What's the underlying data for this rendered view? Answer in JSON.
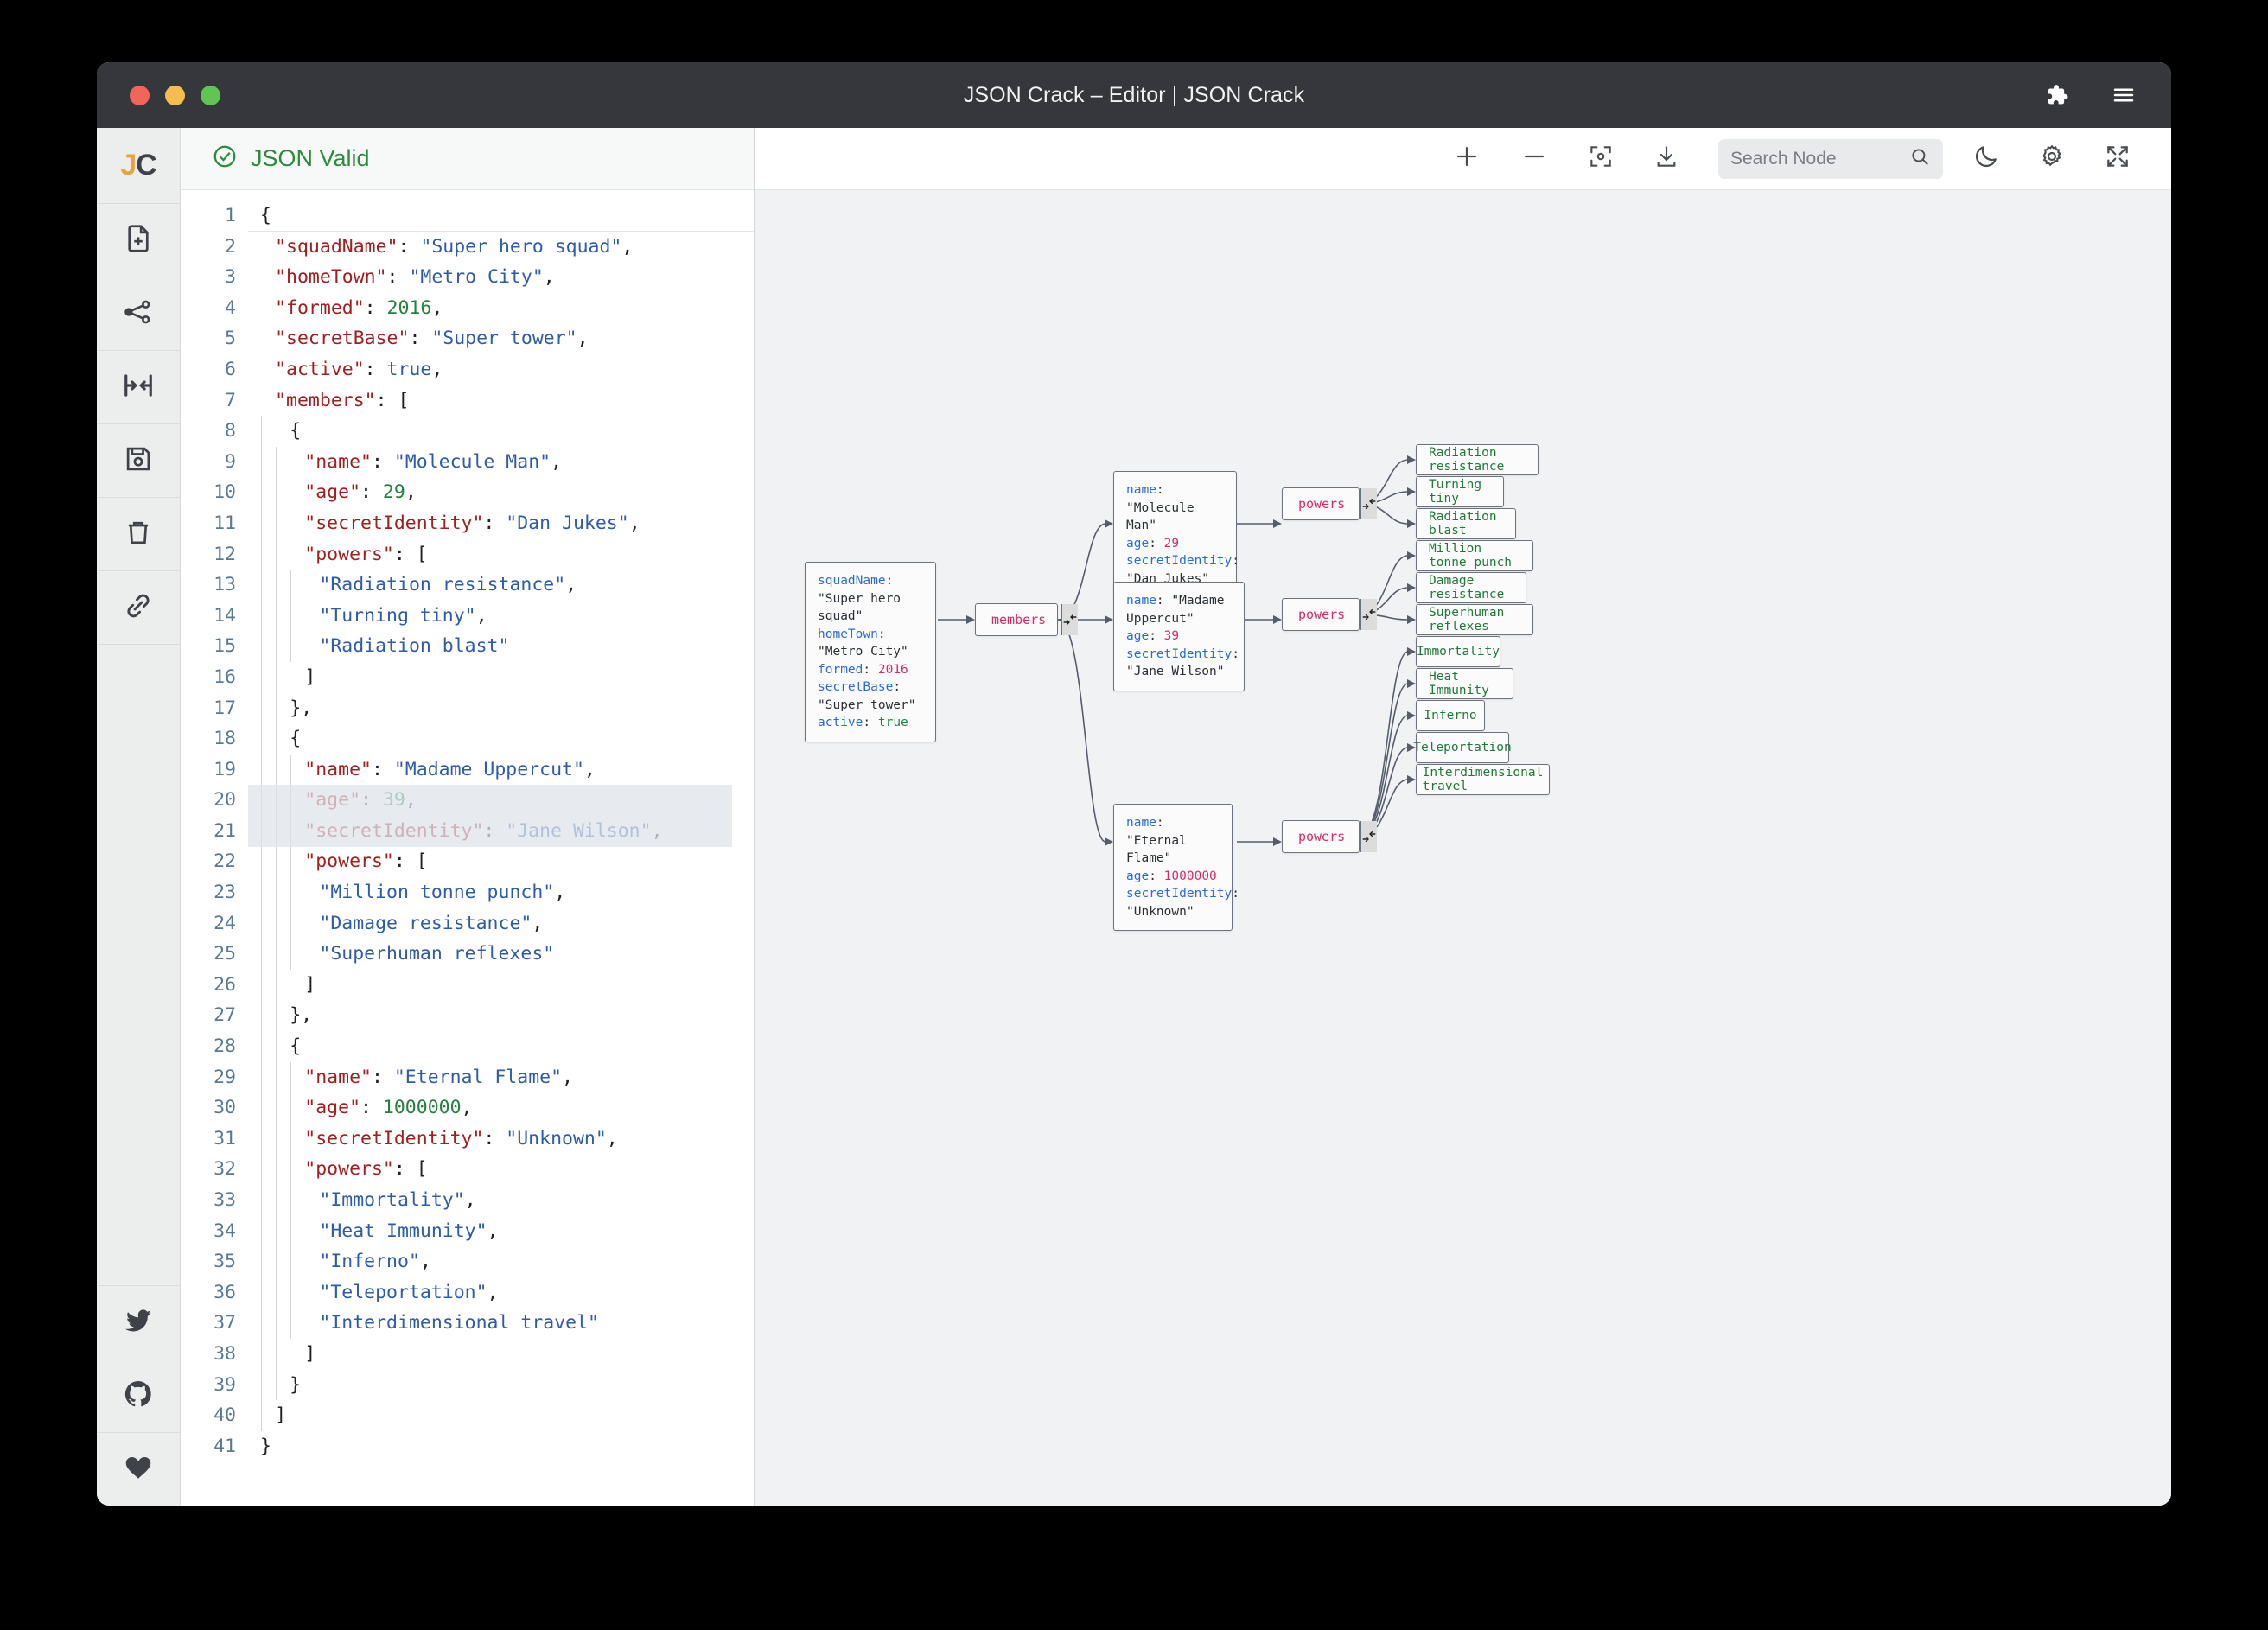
{
  "window": {
    "title": "JSON Crack – Editor | JSON Crack",
    "traffic_colors": {
      "close": "#f2655b",
      "minimize": "#f5bd4f",
      "maximize": "#61c454"
    },
    "right_icons": [
      {
        "name": "puzzle-extension-icon",
        "label": "Extensions"
      },
      {
        "name": "hamburger-menu-icon",
        "label": "Menu"
      }
    ]
  },
  "sidebar": {
    "logo": {
      "first": "J",
      "second": "C"
    },
    "items": [
      {
        "name": "new-document-icon",
        "label": "New document"
      },
      {
        "name": "share-graph-icon",
        "label": "Share"
      },
      {
        "name": "collapse-arrows-icon",
        "label": "Collapse"
      },
      {
        "name": "save-icon",
        "label": "Save"
      },
      {
        "name": "trash-icon",
        "label": "Delete"
      },
      {
        "name": "link-icon",
        "label": "Copy link"
      }
    ],
    "bottom_items": [
      {
        "name": "twitter-icon",
        "label": "Twitter"
      },
      {
        "name": "github-icon",
        "label": "GitHub"
      },
      {
        "name": "heart-icon",
        "label": "Sponsor"
      }
    ]
  },
  "editor": {
    "status": {
      "icon": "check-circle-icon",
      "text": "JSON Valid",
      "color": "#2e8b3d"
    },
    "line_count": 41,
    "lines": [
      {
        "n": 1,
        "indent": 0,
        "html": "<span class='tok-punc'>{</span>"
      },
      {
        "n": 2,
        "indent": 1,
        "html": "<span class='tok-key'>\"squadName\"</span><span class='tok-punc'>: </span><span class='tok-str'>\"Super hero squad\"</span><span class='tok-punc'>,</span>"
      },
      {
        "n": 3,
        "indent": 1,
        "html": "<span class='tok-key'>\"homeTown\"</span><span class='tok-punc'>: </span><span class='tok-str'>\"Metro City\"</span><span class='tok-punc'>,</span>"
      },
      {
        "n": 4,
        "indent": 1,
        "html": "<span class='tok-key'>\"formed\"</span><span class='tok-punc'>: </span><span class='tok-num'>2016</span><span class='tok-punc'>,</span>"
      },
      {
        "n": 5,
        "indent": 1,
        "html": "<span class='tok-key'>\"secretBase\"</span><span class='tok-punc'>: </span><span class='tok-str'>\"Super tower\"</span><span class='tok-punc'>,</span>"
      },
      {
        "n": 6,
        "indent": 1,
        "html": "<span class='tok-key'>\"active\"</span><span class='tok-punc'>: </span><span class='tok-bool'>true</span><span class='tok-punc'>,</span>"
      },
      {
        "n": 7,
        "indent": 1,
        "html": "<span class='tok-key'>\"members\"</span><span class='tok-punc'>: [</span>"
      },
      {
        "n": 8,
        "indent": 2,
        "html": "<span class='tok-punc'>{</span>"
      },
      {
        "n": 9,
        "indent": 3,
        "html": "<span class='tok-key'>\"name\"</span><span class='tok-punc'>: </span><span class='tok-str'>\"Molecule Man\"</span><span class='tok-punc'>,</span>"
      },
      {
        "n": 10,
        "indent": 3,
        "html": "<span class='tok-key'>\"age\"</span><span class='tok-punc'>: </span><span class='tok-num'>29</span><span class='tok-punc'>,</span>"
      },
      {
        "n": 11,
        "indent": 3,
        "html": "<span class='tok-key'>\"secretIdentity\"</span><span class='tok-punc'>: </span><span class='tok-str'>\"Dan Jukes\"</span><span class='tok-punc'>,</span>"
      },
      {
        "n": 12,
        "indent": 3,
        "html": "<span class='tok-key'>\"powers\"</span><span class='tok-punc'>: [</span>"
      },
      {
        "n": 13,
        "indent": 4,
        "html": "<span class='tok-str'>\"Radiation resistance\"</span><span class='tok-punc'>,</span>"
      },
      {
        "n": 14,
        "indent": 4,
        "html": "<span class='tok-str'>\"Turning tiny\"</span><span class='tok-punc'>,</span>"
      },
      {
        "n": 15,
        "indent": 4,
        "html": "<span class='tok-str'>\"Radiation blast\"</span>"
      },
      {
        "n": 16,
        "indent": 3,
        "html": "<span class='tok-punc'>]</span>"
      },
      {
        "n": 17,
        "indent": 2,
        "html": "<span class='tok-punc'>},</span>"
      },
      {
        "n": 18,
        "indent": 2,
        "html": "<span class='tok-punc'>{</span>"
      },
      {
        "n": 19,
        "indent": 3,
        "html": "<span class='tok-key'>\"name\"</span><span class='tok-punc'>: </span><span class='tok-str'>\"Madame Uppercut\"</span><span class='tok-punc'>,</span>"
      },
      {
        "n": 20,
        "indent": 3,
        "html": "<span class='tok-key'>\"age\"</span><span class='tok-punc'>: </span><span class='tok-num'>39</span><span class='tok-punc'>,</span>"
      },
      {
        "n": 21,
        "indent": 3,
        "html": "<span class='tok-key'>\"secretIdentity\"</span><span class='tok-punc'>: </span><span class='tok-str'>\"Jane Wilson\"</span><span class='tok-punc'>,</span>"
      },
      {
        "n": 22,
        "indent": 3,
        "html": "<span class='tok-key'>\"powers\"</span><span class='tok-punc'>: [</span>"
      },
      {
        "n": 23,
        "indent": 4,
        "html": "<span class='tok-str'>\"Million tonne punch\"</span><span class='tok-punc'>,</span>"
      },
      {
        "n": 24,
        "indent": 4,
        "html": "<span class='tok-str'>\"Damage resistance\"</span><span class='tok-punc'>,</span>"
      },
      {
        "n": 25,
        "indent": 4,
        "html": "<span class='tok-str'>\"Superhuman reflexes\"</span>"
      },
      {
        "n": 26,
        "indent": 3,
        "html": "<span class='tok-punc'>]</span>"
      },
      {
        "n": 27,
        "indent": 2,
        "html": "<span class='tok-punc'>},</span>"
      },
      {
        "n": 28,
        "indent": 2,
        "html": "<span class='tok-punc'>{</span>"
      },
      {
        "n": 29,
        "indent": 3,
        "html": "<span class='tok-key'>\"name\"</span><span class='tok-punc'>: </span><span class='tok-str'>\"Eternal Flame\"</span><span class='tok-punc'>,</span>"
      },
      {
        "n": 30,
        "indent": 3,
        "html": "<span class='tok-key'>\"age\"</span><span class='tok-punc'>: </span><span class='tok-num'>1000000</span><span class='tok-punc'>,</span>"
      },
      {
        "n": 31,
        "indent": 3,
        "html": "<span class='tok-key'>\"secretIdentity\"</span><span class='tok-punc'>: </span><span class='tok-str'>\"Unknown\"</span><span class='tok-punc'>,</span>"
      },
      {
        "n": 32,
        "indent": 3,
        "html": "<span class='tok-key'>\"powers\"</span><span class='tok-punc'>: [</span>"
      },
      {
        "n": 33,
        "indent": 4,
        "html": "<span class='tok-str'>\"Immortality\"</span><span class='tok-punc'>,</span>"
      },
      {
        "n": 34,
        "indent": 4,
        "html": "<span class='tok-str'>\"Heat Immunity\"</span><span class='tok-punc'>,</span>"
      },
      {
        "n": 35,
        "indent": 4,
        "html": "<span class='tok-str'>\"Inferno\"</span><span class='tok-punc'>,</span>"
      },
      {
        "n": 36,
        "indent": 4,
        "html": "<span class='tok-str'>\"Teleportation\"</span><span class='tok-punc'>,</span>"
      },
      {
        "n": 37,
        "indent": 4,
        "html": "<span class='tok-str'>\"Interdimensional travel\"</span>"
      },
      {
        "n": 38,
        "indent": 3,
        "html": "<span class='tok-punc'>]</span>"
      },
      {
        "n": 39,
        "indent": 2,
        "html": "<span class='tok-punc'>}</span>"
      },
      {
        "n": 40,
        "indent": 1,
        "html": "<span class='tok-punc'>]</span>"
      },
      {
        "n": 41,
        "indent": 0,
        "html": "<span class='tok-punc'>}</span>"
      }
    ]
  },
  "toolbar": {
    "buttons": [
      {
        "name": "zoom-in-button",
        "icon": "plus-icon",
        "label": "Zoom in"
      },
      {
        "name": "zoom-out-button",
        "icon": "minus-icon",
        "label": "Zoom out"
      },
      {
        "name": "center-view-button",
        "icon": "focus-icon",
        "label": "Center view"
      },
      {
        "name": "download-button",
        "icon": "download-icon",
        "label": "Download"
      }
    ],
    "search": {
      "placeholder": "Search Node",
      "value": "",
      "icon": "search-icon"
    },
    "right_buttons": [
      {
        "name": "dark-mode-toggle",
        "icon": "moon-icon",
        "label": "Dark mode"
      },
      {
        "name": "settings-button",
        "icon": "gear-icon",
        "label": "Settings"
      },
      {
        "name": "fullscreen-button",
        "icon": "fullscreen-icon",
        "label": "Fullscreen"
      }
    ]
  },
  "graph": {
    "colors": {
      "node_bg": "#fbfbfb",
      "node_border": "#6b7280",
      "key": "#2b6cd4",
      "string": "#2b2f36",
      "number": "#d62a6b",
      "boolean": "#1f8a3d",
      "parent_label": "#d62a6b",
      "leaf_text": "#1f7a3a",
      "edge": "#555c6b",
      "canvas_bg": "#f1f2f4"
    },
    "root_node": {
      "name": "root-node",
      "rows": [
        {
          "key": "squadName",
          "value": "\"Super hero squad\"",
          "type": "string"
        },
        {
          "key": "homeTown",
          "value": "\"Metro City\"",
          "type": "string"
        },
        {
          "key": "formed",
          "value": "2016",
          "type": "number"
        },
        {
          "key": "secretBase",
          "value": "\"Super tower\"",
          "type": "string"
        },
        {
          "key": "active",
          "value": "true",
          "type": "boolean"
        }
      ]
    },
    "members_node": {
      "name": "members-node",
      "label": "members",
      "collapse_icon": "collapse-arrows-icon"
    },
    "member_nodes": [
      {
        "name": "member-node-molecule-man",
        "rows": [
          {
            "key": "name",
            "value": "\"Molecule Man\"",
            "type": "string"
          },
          {
            "key": "age",
            "value": "29",
            "type": "number"
          },
          {
            "key": "secretIdentity",
            "value": "\"Dan Jukes\"",
            "type": "string"
          }
        ],
        "powers_label": "powers",
        "powers": [
          "Radiation resistance",
          "Turning tiny",
          "Radiation blast"
        ]
      },
      {
        "name": "member-node-madame-uppercut",
        "rows": [
          {
            "key": "name",
            "value": "\"Madame Uppercut\"",
            "type": "string"
          },
          {
            "key": "age",
            "value": "39",
            "type": "number"
          },
          {
            "key": "secretIdentity",
            "value": "\"Jane Wilson\"",
            "type": "string"
          }
        ],
        "powers_label": "powers",
        "powers": [
          "Million tonne punch",
          "Damage resistance",
          "Superhuman reflexes"
        ]
      },
      {
        "name": "member-node-eternal-flame",
        "rows": [
          {
            "key": "name",
            "value": "\"Eternal Flame\"",
            "type": "string"
          },
          {
            "key": "age",
            "value": "1000000",
            "type": "number"
          },
          {
            "key": "secretIdentity",
            "value": "\"Unknown\"",
            "type": "string"
          }
        ],
        "powers_label": "powers",
        "powers": [
          "Immortality",
          "Heat Immunity",
          "Inferno",
          "Teleportation",
          "Interdimensional travel"
        ]
      }
    ]
  }
}
